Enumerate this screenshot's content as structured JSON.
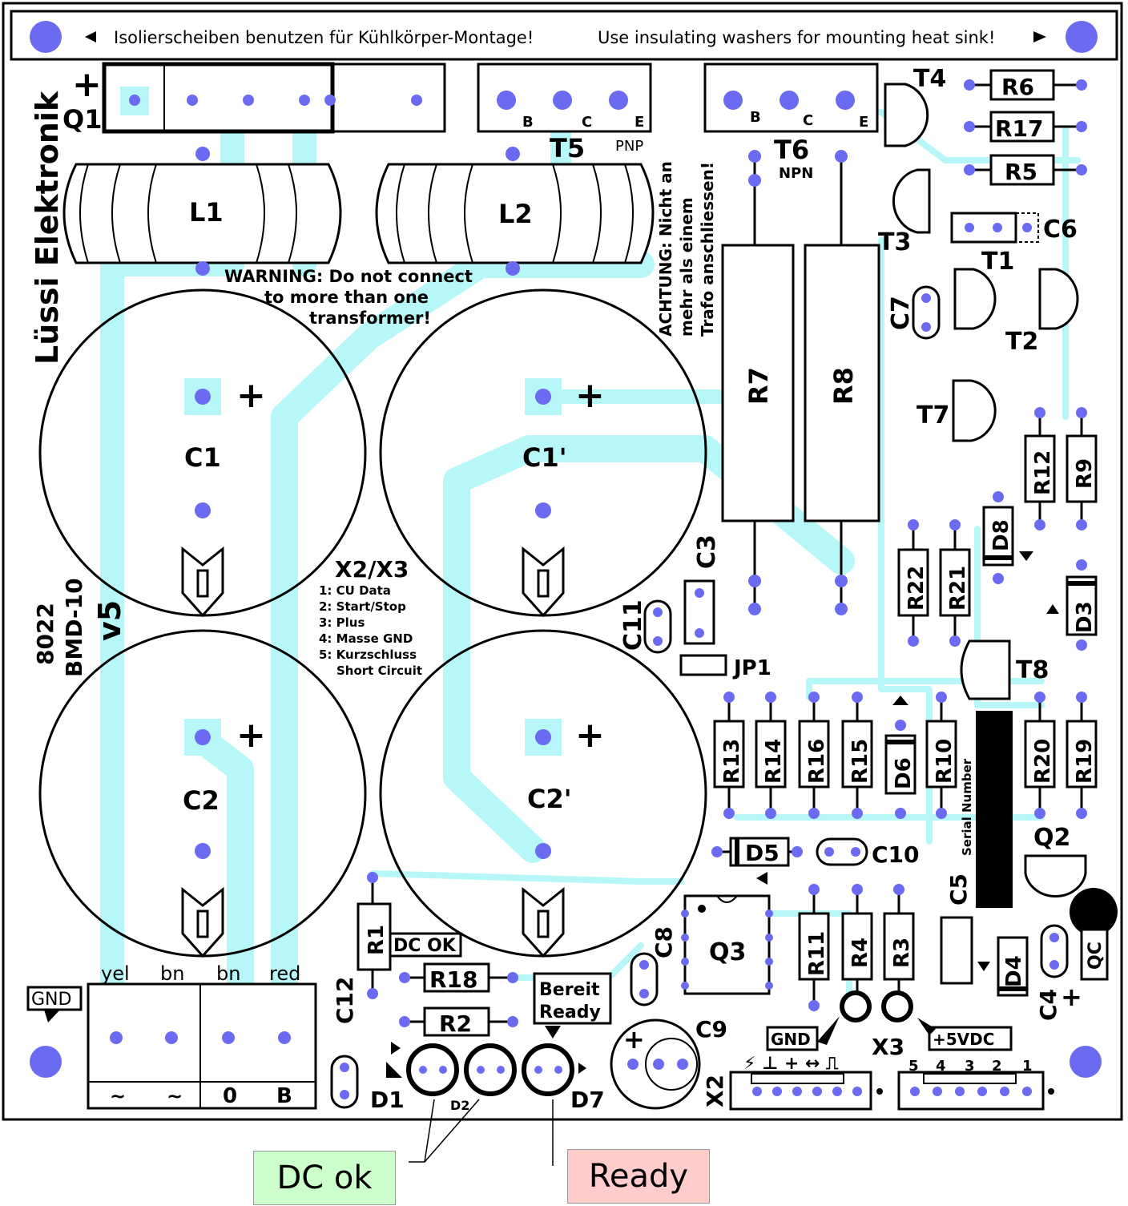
{
  "banner": {
    "de": "Isolierscheiben benutzen für Kühlkörper-Montage!",
    "en": "Use insulating washers for mounting heat sink!"
  },
  "brand": "Lüssi Elektronik",
  "model": {
    "number": "8022",
    "name": "BMD-10",
    "version": "v5"
  },
  "warning_en": [
    "WARNING: Do not connect",
    "to more than one",
    "transformer!"
  ],
  "warning_de": [
    "ACHTUNG: Nicht an",
    "mehr als einem",
    "Trafo anschliessen!"
  ],
  "connector_legend": {
    "title": "X2/X3",
    "items": [
      "1: CU Data",
      "2: Start/Stop",
      "3: Plus",
      "4: Masse GND",
      "5: Kurzschluss",
      "Short Circuit"
    ]
  },
  "terminal": {
    "top": [
      "yel",
      "bn",
      "bn",
      "red"
    ],
    "bottom": [
      "~",
      "~",
      "0",
      "B"
    ],
    "gnd": "GND"
  },
  "transistor_pins": {
    "B": "B",
    "C": "C",
    "E": "E",
    "pnp": "PNP",
    "npn": "NPN"
  },
  "components": {
    "Q1": "Q1",
    "L1": "L1",
    "L2": "L2",
    "T5": "T5",
    "T6": "T6",
    "T1": "T1",
    "T2": "T2",
    "T3": "T3",
    "T4": "T4",
    "T7": "T7",
    "T8": "T8",
    "R6": "R6",
    "R17": "R17",
    "R5": "R5",
    "C6": "C6",
    "C7": "C7",
    "R7": "R7",
    "R8": "R8",
    "R12": "R12",
    "R9": "R9",
    "D8": "D8",
    "D3": "D3",
    "R22": "R22",
    "R21": "R21",
    "C3": "C3",
    "C11": "C11",
    "JP1": "JP1",
    "C1": "C1",
    "C1p": "C1'",
    "C2": "C2",
    "C2p": "C2'",
    "R13": "R13",
    "R14": "R14",
    "R16": "R16",
    "R15": "R15",
    "D6": "D6",
    "R10": "R10",
    "R20": "R20",
    "R19": "R19",
    "D5": "D5",
    "C10": "C10",
    "Q2": "Q2",
    "C5": "C5",
    "serial": "Serial Number",
    "R1": "R1",
    "DCOK": "DC OK",
    "R18": "R18",
    "R2": "R2",
    "bereit": "Bereit",
    "ready": "Ready",
    "C8": "C8",
    "Q3": "Q3",
    "R11": "R11",
    "R4": "R4",
    "R3": "R3",
    "D4": "D4",
    "QC": "QC",
    "C4": "C4",
    "C12": "C12",
    "C9": "C9",
    "X2": "X2",
    "X3": "X3",
    "GND": "GND",
    "V5": "+5VDC",
    "D1": "D1",
    "D2": "D2",
    "D7": "D7"
  },
  "x_pins": [
    "5",
    "4",
    "3",
    "2",
    "1"
  ],
  "callouts": {
    "dc_ok": "DC ok",
    "ready": "Ready"
  },
  "colors": {
    "trace": "#b8f7f7",
    "pad": "#6b6bf2",
    "dc_ok_bg": "#ccffcc",
    "ready_bg": "#ffcccc"
  }
}
